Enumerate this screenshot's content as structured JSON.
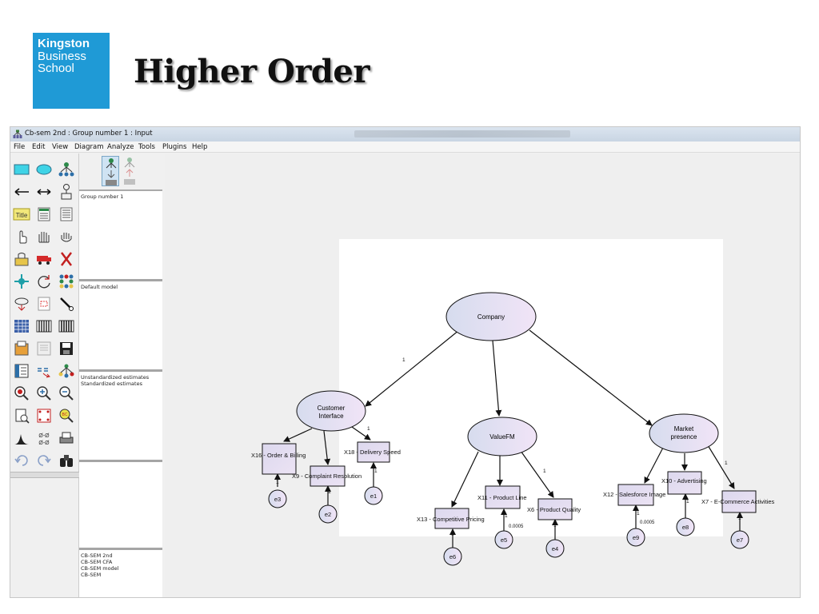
{
  "slide": {
    "logo": {
      "line1": "Kingston",
      "line2": "Business",
      "line3": "School",
      "bg": "#1f9ad6"
    },
    "title": "Higher Order"
  },
  "window": {
    "title": "Cb-sem  2nd : Group number 1 : Input",
    "menu": [
      "File",
      "Edit",
      "View",
      "Diagram",
      "Analyze",
      "Tools",
      "Plugins",
      "Help"
    ]
  },
  "panels": {
    "group": "Group number 1",
    "model": "Default model",
    "estimates": [
      "Unstandardized estimates",
      "Standardized estimates"
    ],
    "files": [
      "CB-SEM  2nd",
      "CB-SEM CFA",
      "CB-SEM model",
      "CB-SEM"
    ]
  },
  "tools": [
    "rectangle-icon",
    "ellipse-icon",
    "indicator-icon",
    "single-arrow-icon",
    "double-arrow-icon",
    "error-term-icon",
    "title-icon",
    "list-variables-icon",
    "list-data-icon",
    "select-one-icon",
    "select-all-icon",
    "deselect-icon",
    "copy-icon",
    "move-icon",
    "erase-icon",
    "move-parameter-icon",
    "rotate-icon",
    "reflect-icon",
    "preserve-symmetry-icon",
    "zoom-area-icon",
    "touch-up-icon",
    "data-files-icon",
    "analysis-properties-icon",
    "calculate-estimates-icon",
    "view-output-icon",
    "view-text-icon",
    "save-icon",
    "object-properties-icon",
    "drag-properties-icon",
    "specification-search-icon",
    "zoom-in-icon",
    "zoom-out-icon",
    "page-icon",
    "fit-to-page-icon",
    "loupe-icon",
    "bayesian-icon",
    "degrees-of-freedom-icon",
    "multiple-group-icon",
    "print-icon",
    "undo-icon",
    "redo-icon",
    "search-icon"
  ],
  "diagram": {
    "latents": {
      "company": "Company",
      "ci1": "Customer",
      "ci2": "Interface",
      "valuefm": "ValueFM",
      "mp1": "Market",
      "mp2": "presence"
    },
    "indicators": {
      "x16": "X16 - Order & Billing",
      "x9": "X9 - Complaint Resolution",
      "x18": "X18 - Delivery Speed",
      "x13": "X13 - Competitive Pricing",
      "x11": "X11 - Product Line",
      "x6": "X6 - Product Quality",
      "x12": "X12 - Salesforce Image",
      "x10": "X10 - Advertising",
      "x7": "X7 - E-Commerce Activities"
    },
    "errors": {
      "e1": "e1",
      "e2": "e2",
      "e3": "e3",
      "e4": "e4",
      "e5": "e5",
      "e6": "e6",
      "e7": "e7",
      "e8": "e8",
      "e9": "e9"
    },
    "params": {
      "one": "1",
      "tiny": "0.0005"
    },
    "colors": {
      "node_fill": "#ded9ef",
      "node_fill2": "#efe6f8",
      "box_fill": "#e3def0"
    }
  }
}
